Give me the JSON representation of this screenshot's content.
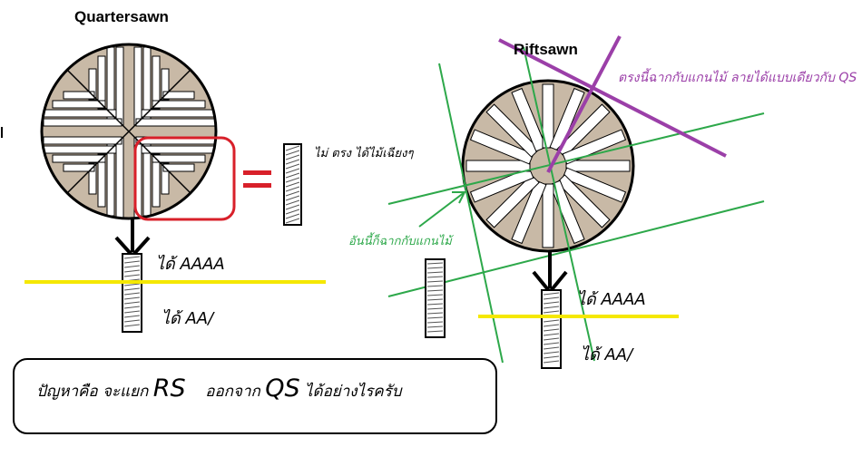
{
  "diagram": {
    "quartersawn": {
      "title": "Quartersawn",
      "equals_sign": "=",
      "note_not_straight": "ไม่ ตรง ได้ไม้เฉียงๆ",
      "result_top": "ได้ AAAA",
      "result_bottom": "ได้ AA/"
    },
    "riftsawn": {
      "title": "Riftsawn",
      "note_perpendicular": "ตรงนี้ฉากกับแกนไม้ ลายได้แบบเดียวกับ QS",
      "note_this_perpendicular": "อันนี้ก็ฉากกับแกนไม้",
      "result_top": "ได้ AAAA",
      "result_bottom": "ได้ AA/"
    },
    "question": {
      "prefix": "ปัญหาคือ จะแยก",
      "rs": "RS",
      "middle": "ออกจาก",
      "qs": "QS",
      "suffix": "ได้อย่างไรครับ"
    },
    "colors": {
      "highlight_red": "#d8202a",
      "yellow_line": "#f5e800",
      "green_line": "#2da84a",
      "purple_line": "#9b3fa8",
      "wood_fill": "#c8b9a6",
      "outline": "#000000"
    }
  }
}
